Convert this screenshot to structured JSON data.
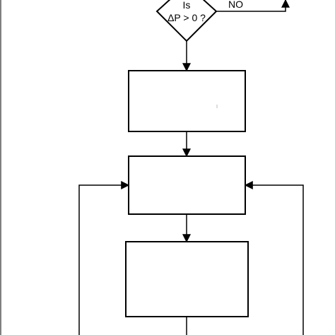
{
  "decision": {
    "line1": "Is",
    "line2": "ΔP > 0 ?"
  },
  "branch_no_label": "NO",
  "colors": {
    "stroke": "#000000",
    "fill": "#ffffff",
    "background": "#ffffff"
  }
}
